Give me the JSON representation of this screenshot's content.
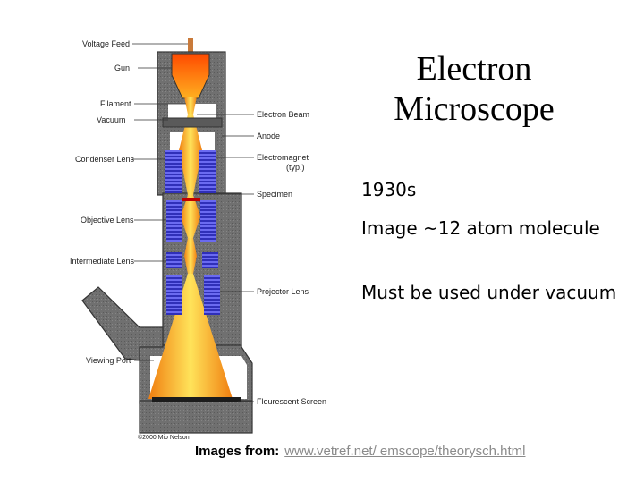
{
  "slide": {
    "title_line1": "Electron",
    "title_line2": "Microscope",
    "bullets": [
      "1930s",
      "Image ~12 atom molecule",
      "Must be used under vacuum"
    ],
    "footer_label": "Images from:",
    "footer_link": "www.vetref.net/ emscope/theorysch.html"
  },
  "diagram": {
    "labels": {
      "voltage_feed": "Voltage Feed",
      "gun": "Gun",
      "filament": "Filament",
      "vacuum": "Vacuum",
      "condenser_lens": "Condenser Lens",
      "objective_lens": "Objective Lens",
      "intermediate_lens": "Intermediate Lens",
      "viewing_port": "Viewing Port",
      "electron_beam": "Electron Beam",
      "anode": "Anode",
      "electromagnet": "Electromagnet",
      "electromagnet_typ": "(typ.)",
      "specimen": "Specimen",
      "projector_lens": "Projector Lens",
      "flourescent_screen": "Flourescent Screen",
      "copyright": "©2000 Mio Nelson"
    },
    "colors": {
      "housing": "#6e6e6e",
      "housing_dark": "#3c3c3c",
      "beam_core": "#ffe24a",
      "beam_outer": "#f39a17",
      "gun_fill": "#ff5a0a",
      "coil": "#3a3ad0",
      "cavity": "#ffffff"
    }
  }
}
